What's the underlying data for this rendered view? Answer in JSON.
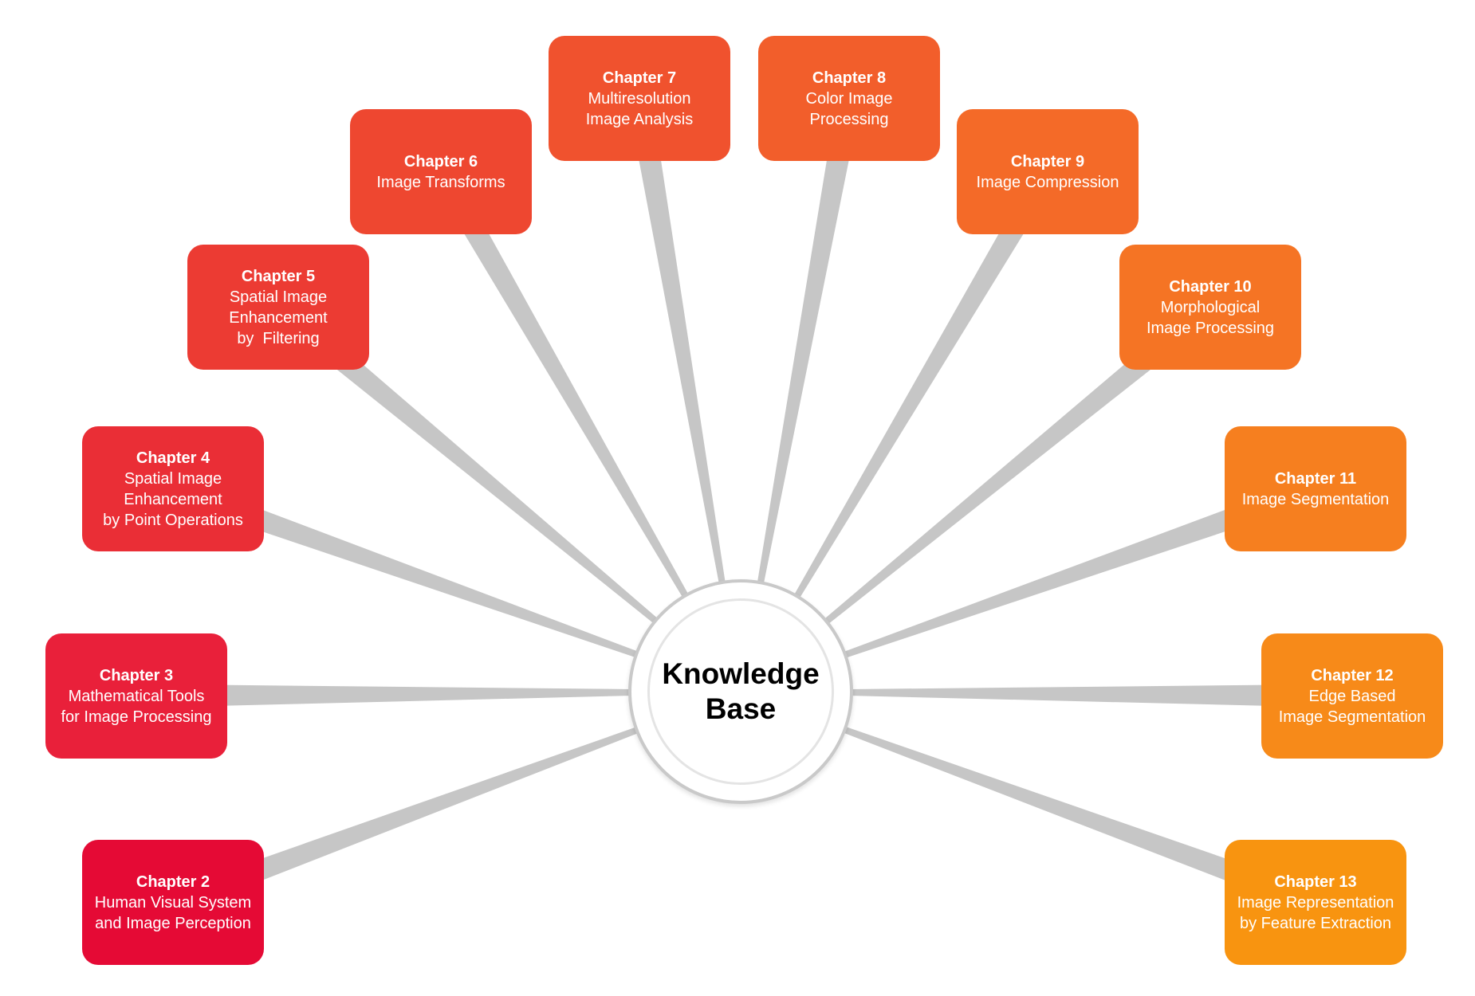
{
  "center": {
    "title_lines": [
      "Knowledge",
      "Base"
    ]
  },
  "connector_color": "#c6c6c6",
  "chapters": [
    {
      "label": "Chapter 2",
      "lines": [
        "Human Visual System",
        "and Image Perception"
      ],
      "color": "#e50a35"
    },
    {
      "label": "Chapter 3",
      "lines": [
        "Mathematical Tools",
        "for Image Processing"
      ],
      "color": "#e9203a"
    },
    {
      "label": "Chapter 4",
      "lines": [
        "Spatial Image",
        "Enhancement",
        "by Point Operations"
      ],
      "color": "#ea2e36"
    },
    {
      "label": "Chapter 5",
      "lines": [
        "Spatial Image",
        "Enhancement",
        "by  Filtering"
      ],
      "color": "#ec3b33"
    },
    {
      "label": "Chapter 6",
      "lines": [
        "Image Transforms"
      ],
      "color": "#ee4730"
    },
    {
      "label": "Chapter 7",
      "lines": [
        "Multiresolution",
        "Image Analysis"
      ],
      "color": "#f0522e"
    },
    {
      "label": "Chapter 8",
      "lines": [
        "Color Image",
        "Processing"
      ],
      "color": "#f25e2b"
    },
    {
      "label": "Chapter 9",
      "lines": [
        "Image Compression"
      ],
      "color": "#f46a28"
    },
    {
      "label": "Chapter 10",
      "lines": [
        "Morphological",
        "Image Processing"
      ],
      "color": "#f57424"
    },
    {
      "label": "Chapter 11",
      "lines": [
        "Image Segmentation"
      ],
      "color": "#f67f1f"
    },
    {
      "label": "Chapter 12",
      "lines": [
        "Edge Based",
        "Image Segmentation"
      ],
      "color": "#f78a19"
    },
    {
      "label": "Chapter 13",
      "lines": [
        "Image Representation",
        "by Feature Extraction"
      ],
      "color": "#f89410"
    }
  ]
}
